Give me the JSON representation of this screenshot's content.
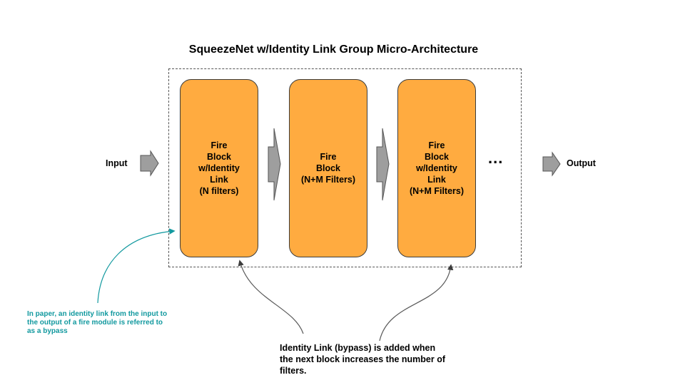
{
  "diagram": {
    "title": "SqueezeNet w/Identity Link Group Micro-Architecture",
    "input_label": "Input",
    "output_label": "Output",
    "ellipsis": "...",
    "blocks": [
      {
        "label": "Fire\nBlock\nw/Identity\nLink\n(N filters)"
      },
      {
        "label": "Fire\nBlock\n(N+M Filters)"
      },
      {
        "label": "Fire\nBlock\nw/Identity\nLink\n(N+M Filters)"
      }
    ],
    "notes": {
      "bypass_note": "In paper, an identity link from the input to the output of a fire module is referred to as a bypass",
      "identity_link_note": "Identity Link (bypass) is added when the next block increases the number of filters."
    },
    "colors": {
      "block_fill": "#ffab40",
      "arrow_fill": "#9e9e9e",
      "annotation_teal": "#12999f",
      "connector_gray": "#595959"
    }
  }
}
